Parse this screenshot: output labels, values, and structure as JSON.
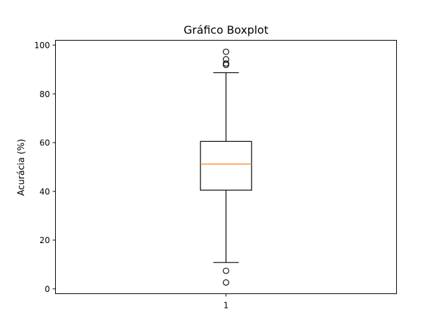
{
  "chart_data": {
    "type": "boxplot",
    "title": "Gráfico Boxplot",
    "xlabel": "",
    "ylabel": "Acurácia (%)",
    "categories": [
      "1"
    ],
    "ylim": [
      -2,
      102
    ],
    "yticks": [
      0,
      20,
      40,
      60,
      80,
      100
    ],
    "grid": false,
    "boxes": [
      {
        "category": "1",
        "whisker_low": 10.8,
        "q1": 40.5,
        "median": 51.2,
        "q3": 60.5,
        "whisker_high": 88.7,
        "outliers": [
          2.6,
          7.4,
          91.9,
          92.5,
          94.2,
          97.3
        ]
      }
    ],
    "colors": {
      "box": "#000000",
      "median": "#ff7f0e",
      "outlier": "#000000"
    }
  }
}
